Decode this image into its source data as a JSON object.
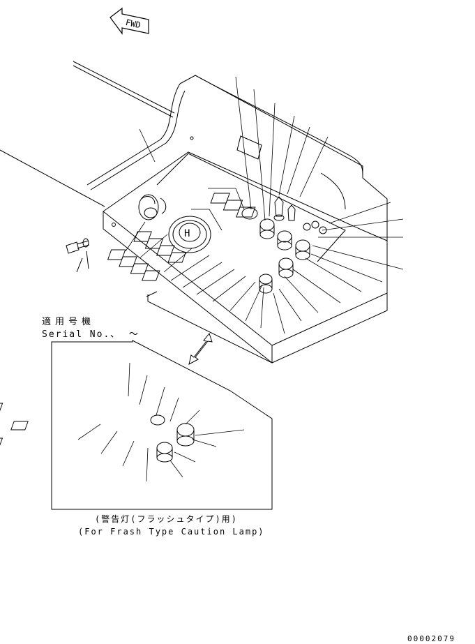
{
  "fwd_badge": "FWD",
  "serial": {
    "label_jp": "適用号機",
    "label_en": "Serial No.",
    "range_separator": "、 ～"
  },
  "inset_caption": {
    "jp": "(警告灯(フラッシュタイプ)用)",
    "en": "(For Frash Type Caution Lamp)"
  },
  "drawing_number": "00002079",
  "key_switch_symbol": "H",
  "colors": {
    "line": "#000000",
    "background": "#ffffff"
  }
}
